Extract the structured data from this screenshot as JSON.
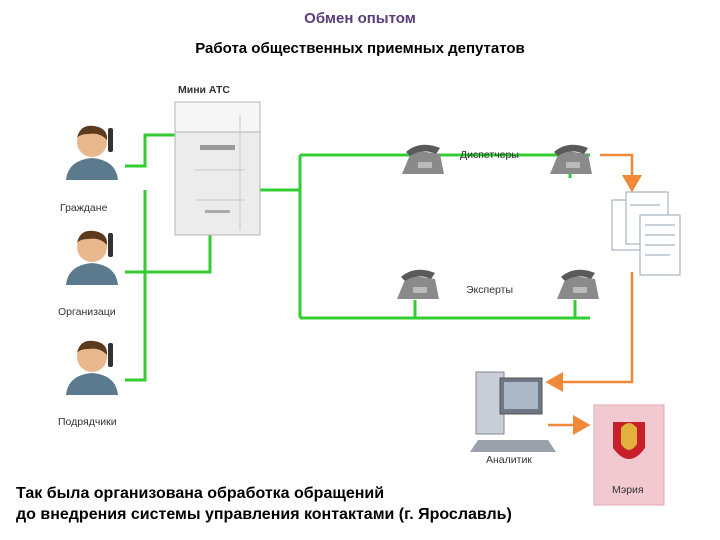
{
  "header": {
    "title": "Обмен опытом",
    "subtitle": "Работа общественных приемных депутатов"
  },
  "diagram": {
    "pbx_label": "Мини АТС",
    "sources": [
      {
        "label": "Граждане",
        "icon": "person-phone-icon"
      },
      {
        "label": "Организаци",
        "icon": "person-phone-icon"
      },
      {
        "label": "Подрядчики",
        "icon": "person-phone-icon"
      }
    ],
    "dispatchers_label": "Диспетчеры",
    "experts_label": "Эксперты",
    "analyst_label": "Аналитик",
    "mayor_office_label": "Мэрия",
    "colors": {
      "link_green": "#33cc33",
      "flow_orange": "#f08a3a",
      "mayor_bg": "#f2c9d0"
    }
  },
  "caption": {
    "line1": "Так была организована обработка обращений",
    "line2": "до внедрения системы управления контактами (г. Ярославль)"
  }
}
